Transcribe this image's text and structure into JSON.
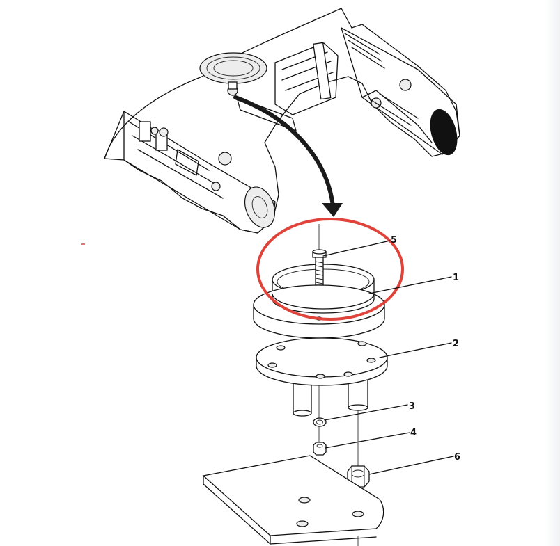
{
  "diagram": {
    "highlight_color": "#e0433a",
    "arrow_color": "#1a1a1a",
    "callouts": [
      {
        "id": "label-5-top",
        "text": "5"
      },
      {
        "id": "label-1",
        "text": "1"
      },
      {
        "id": "label-2",
        "text": "2"
      },
      {
        "id": "label-3",
        "text": "3"
      },
      {
        "id": "label-4",
        "text": "4"
      },
      {
        "id": "label-6",
        "text": "6"
      }
    ]
  }
}
